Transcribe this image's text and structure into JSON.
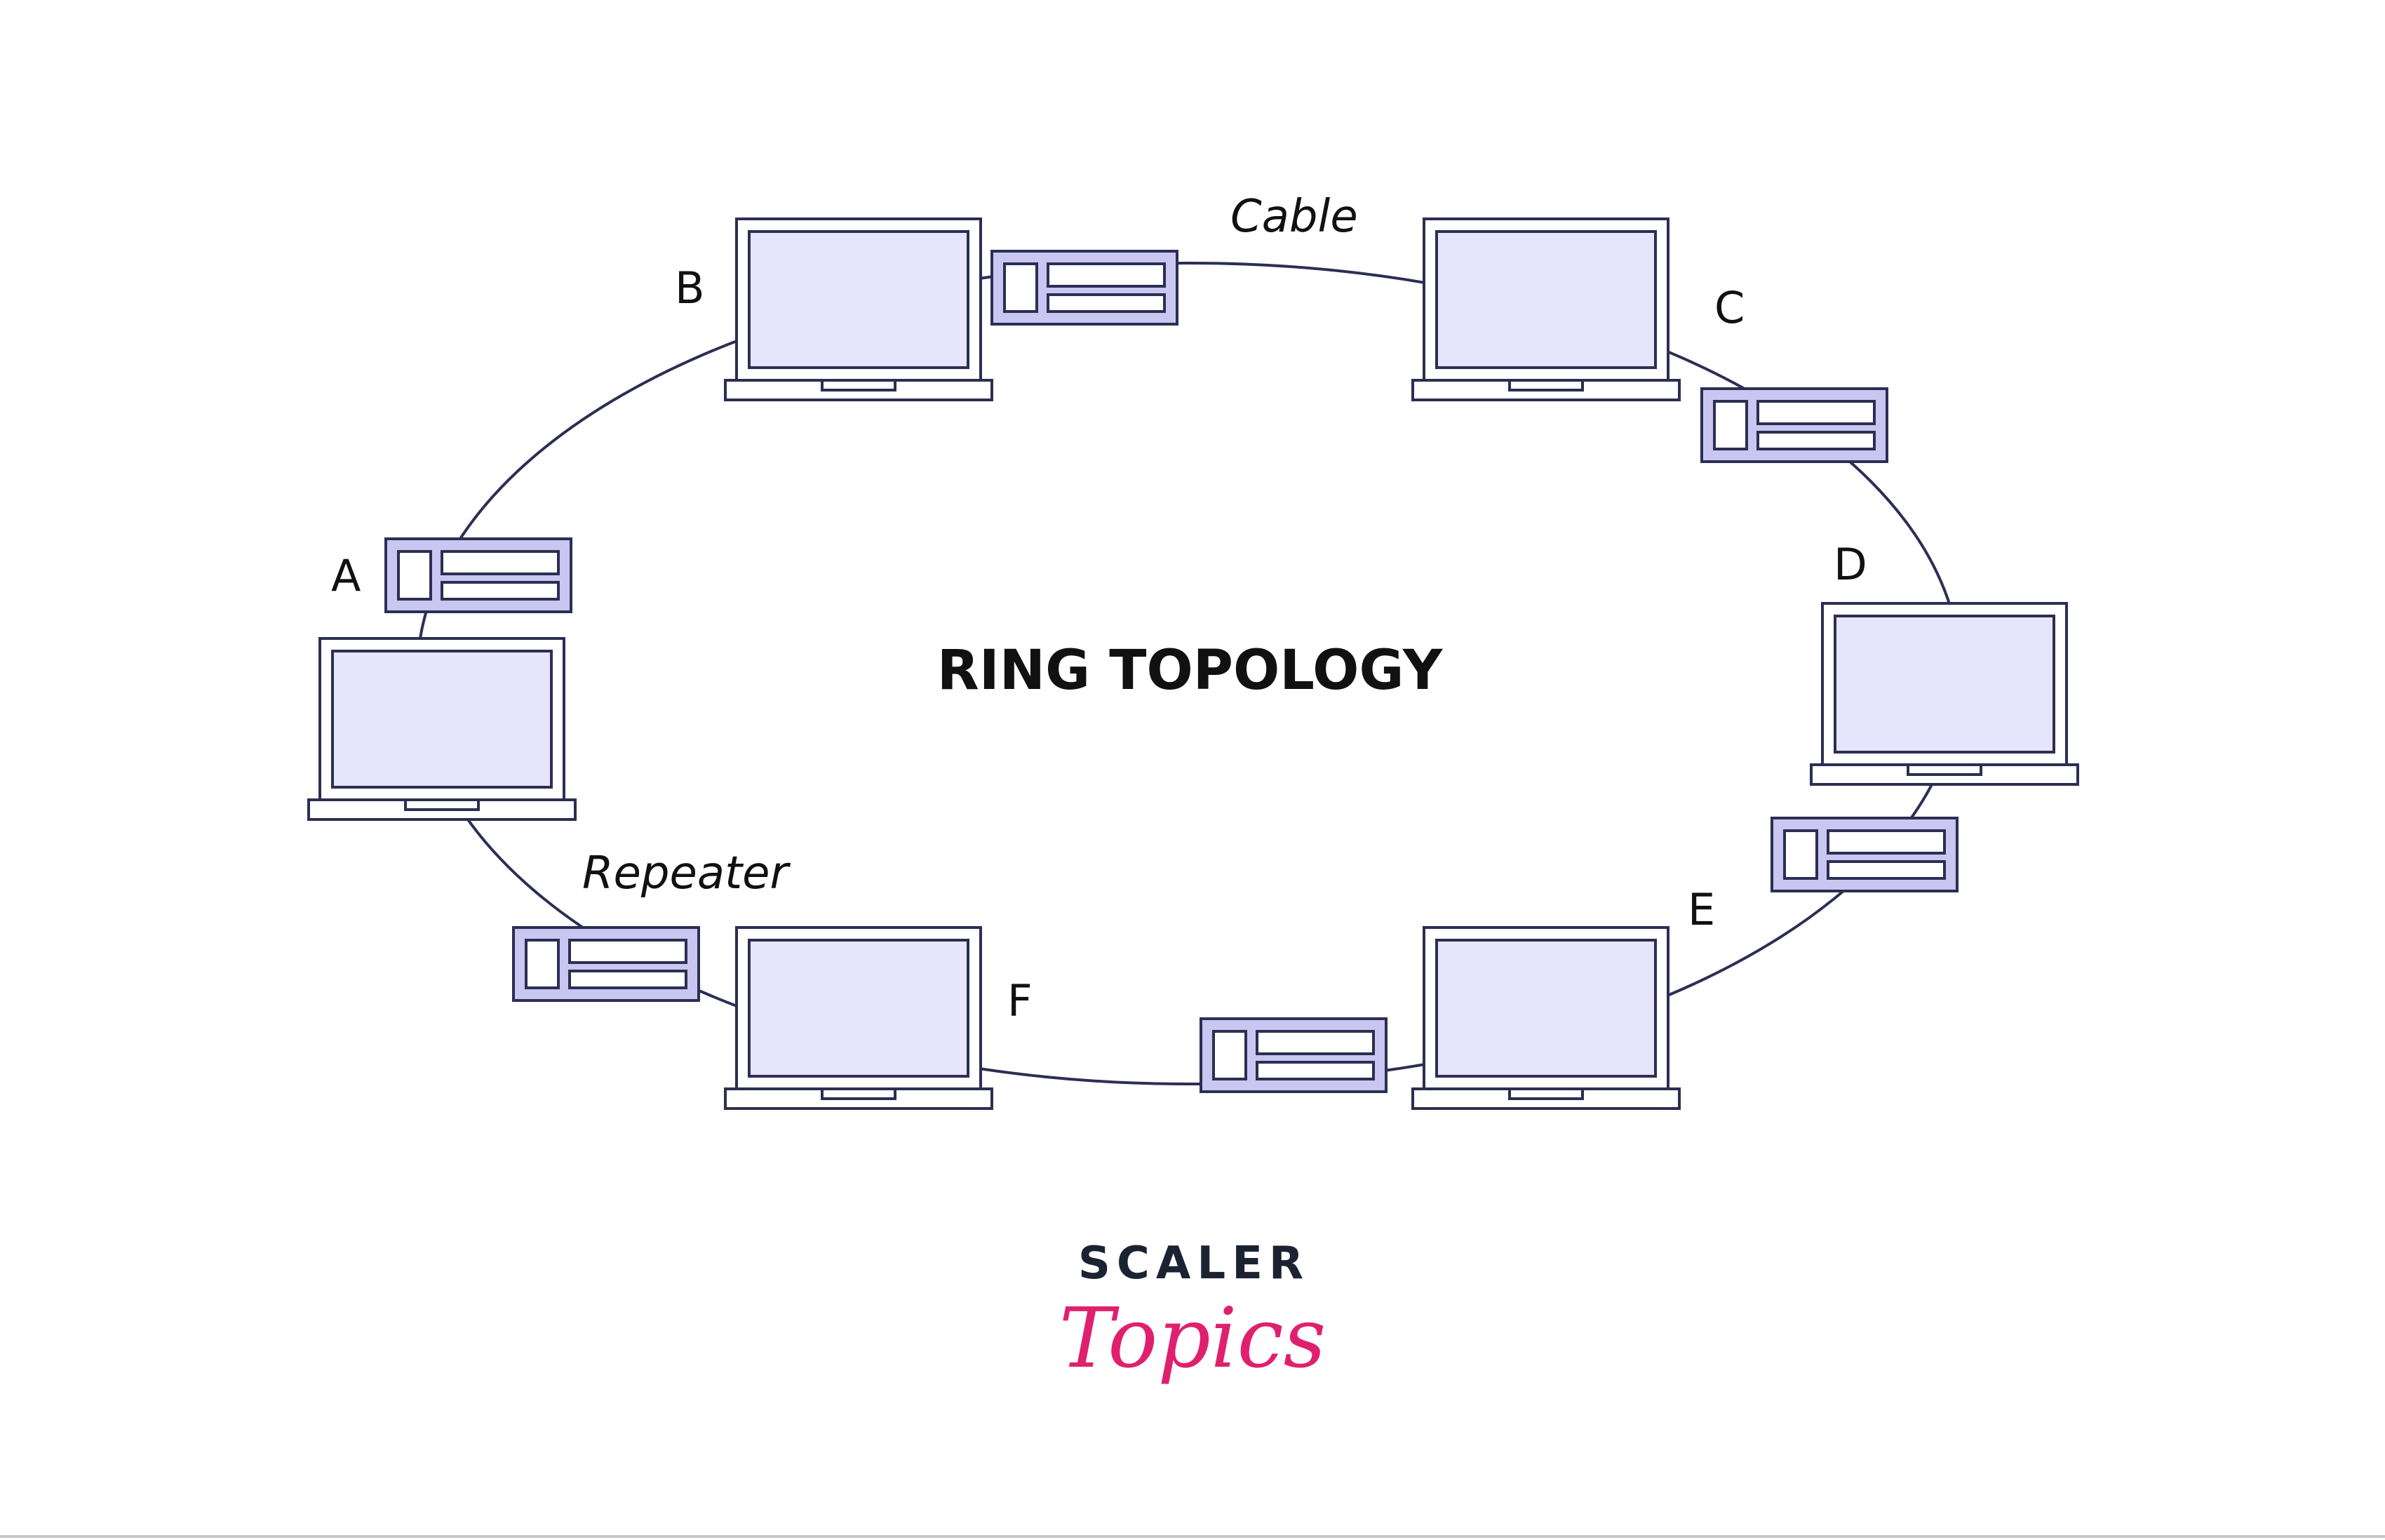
{
  "title": "RING TOPOLOGY",
  "annotations": {
    "cable": "Cable",
    "repeater": "Repeater"
  },
  "nodes": [
    {
      "id": "A",
      "label": "A"
    },
    {
      "id": "B",
      "label": "B"
    },
    {
      "id": "C",
      "label": "C"
    },
    {
      "id": "D",
      "label": "D"
    },
    {
      "id": "E",
      "label": "E"
    },
    {
      "id": "F",
      "label": "F"
    }
  ],
  "brand": {
    "top": "SCALER",
    "bottom": "Topics"
  },
  "colors": {
    "screen_fill": "#e7e5fb",
    "repeater_fill": "#cac6f2",
    "outline": "#2b2f52",
    "brand_dark": "#1b2333",
    "brand_pink": "#e0206e"
  }
}
